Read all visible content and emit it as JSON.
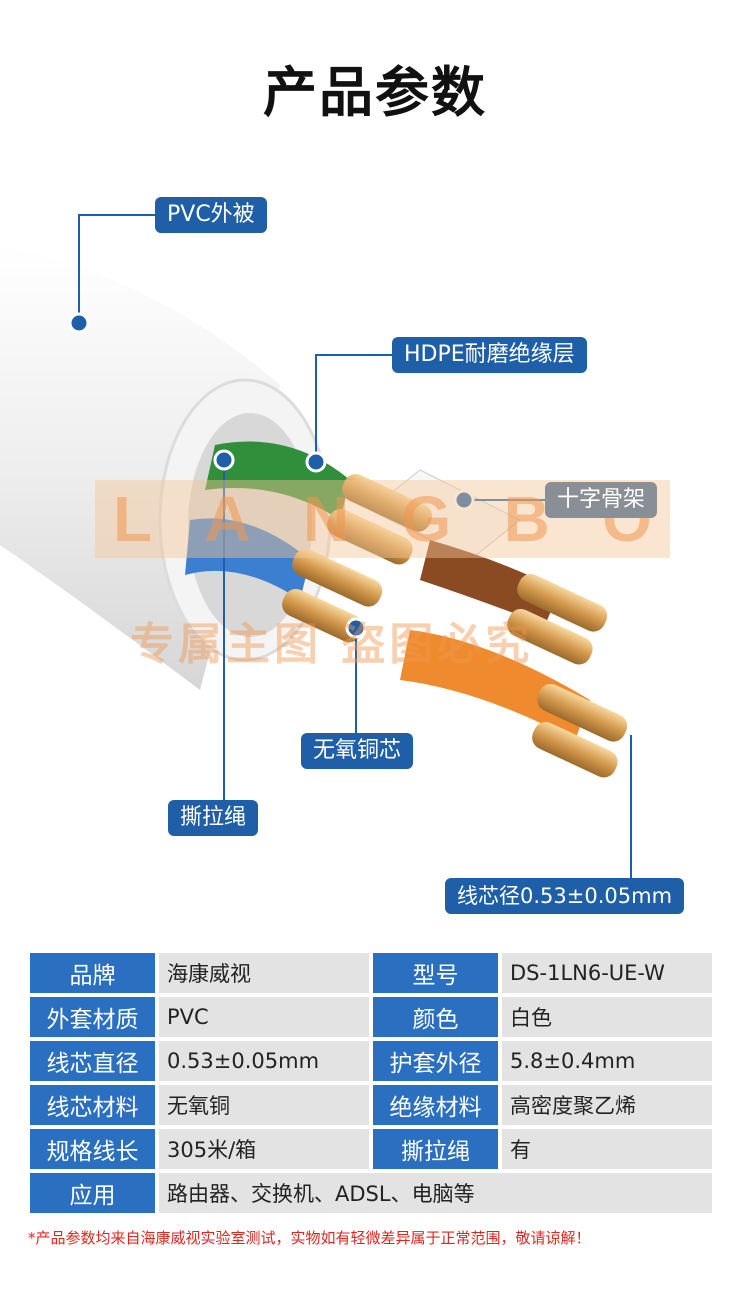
{
  "title": "产品参数",
  "callouts": {
    "pvc_jacket": "PVC外被",
    "hdpe": "HDPE耐磨绝缘层",
    "cross": "十字骨架",
    "copper": "无氧铜芯",
    "ripcord": "撕拉绳",
    "diameter": "线芯径0.53±0.05mm"
  },
  "watermark": {
    "brand": [
      "L",
      "A",
      "N",
      "G",
      "B",
      "O"
    ],
    "notice": "专属主图 盗图必究"
  },
  "specs": {
    "rows": [
      {
        "k1": "品牌",
        "v1": "海康威视",
        "k2": "型号",
        "v2": "DS-1LN6-UE-W"
      },
      {
        "k1": "外套材质",
        "v1": "PVC",
        "k2": "颜色",
        "v2": "白色"
      },
      {
        "k1": "线芯直径",
        "v1": "0.53±0.05mm",
        "k2": "护套外径",
        "v2": "5.8±0.4mm"
      },
      {
        "k1": "线芯材料",
        "v1": "无氧铜",
        "k2": "绝缘材料",
        "v2": "高密度聚乙烯"
      },
      {
        "k1": "规格线长",
        "v1": "305米/箱",
        "k2": "撕拉绳",
        "v2": "有"
      }
    ],
    "application": {
      "k": "应用",
      "v": "路由器、交换机、ADSL、电脑等"
    }
  },
  "footnote": "*产品参数均来自海康威视实验室测试，实物如有轻微差异属于正常范围，敬请谅解！",
  "colors": {
    "accent": "#1f5fa8",
    "key_bg": "#2a6fc0",
    "value_bg": "#e3e3e3",
    "note": "#e0261f"
  }
}
